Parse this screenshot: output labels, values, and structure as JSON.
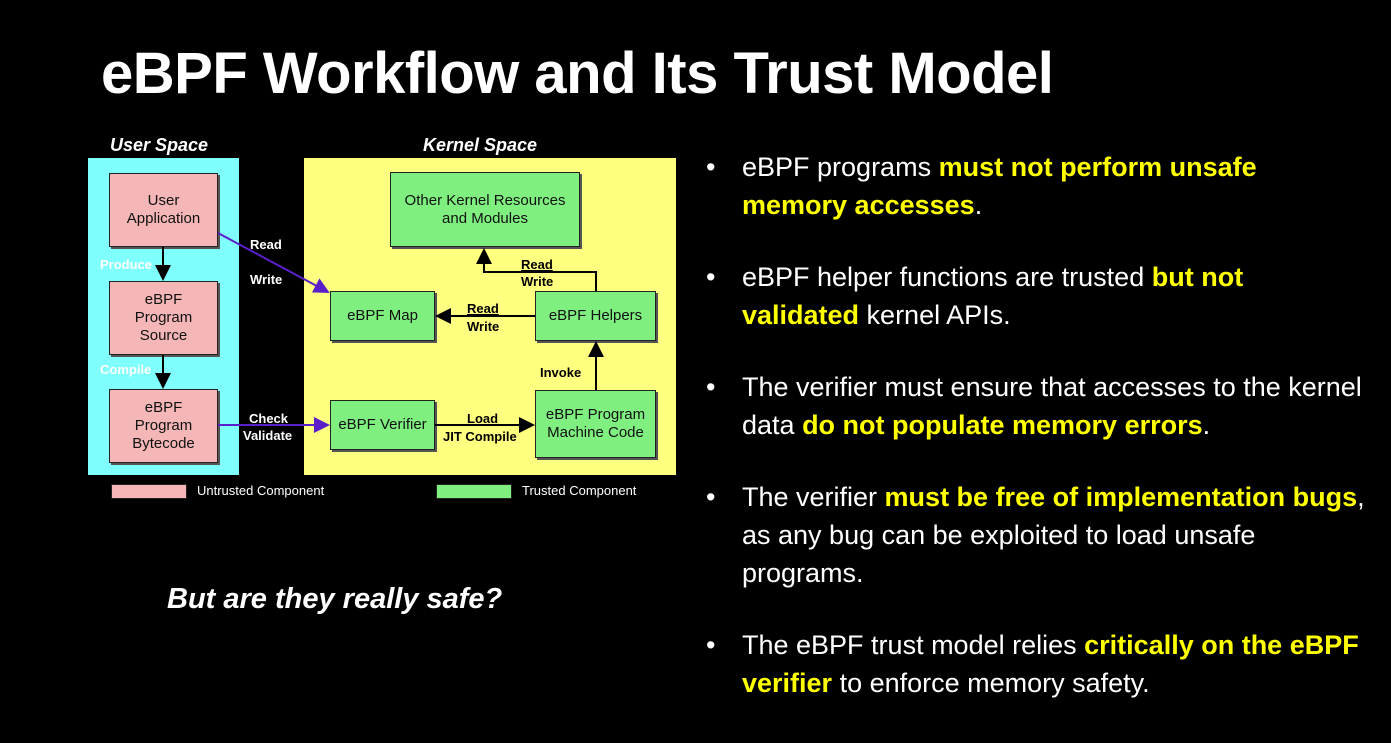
{
  "title": "eBPF Workflow and Its Trust Model",
  "diagram": {
    "user_space_label": "User Space",
    "kernel_space_label": "Kernel Space",
    "nodes": {
      "user_application": "User Application",
      "program_source": "eBPF Program Source",
      "program_bytecode": "eBPF Program Bytecode",
      "other_kernel": "Other Kernel Resources and Modules",
      "ebpf_map": "eBPF Map",
      "ebpf_helpers": "eBPF Helpers",
      "ebpf_verifier": "eBPF Verifier",
      "machine_code": "eBPF Program Machine Code"
    },
    "edge_labels": {
      "produce": "Produce",
      "compile": "Compile",
      "read_write_user_1": "Read",
      "read_write_user_2": "Write",
      "read_write_kernel_1": "Read",
      "read_write_kernel_2": "Write",
      "read_write_map_1": "Read",
      "read_write_map_2": "Write",
      "invoke": "Invoke",
      "check": "Check",
      "validate": "Validate",
      "load": "Load",
      "jit": "JIT Compile"
    },
    "legend": {
      "untrusted": "Untrusted Component",
      "trusted": "Trusted Component"
    },
    "colors": {
      "user_space": "#80ffff",
      "kernel_space": "#ffff80",
      "untrusted": "#f4b6b6",
      "trusted": "#7ff07f",
      "cross_arrow": "#5a1fc8"
    }
  },
  "question": "But are they really safe?",
  "bullets": [
    {
      "pre": "eBPF programs ",
      "hl": "must not perform unsafe memory accesses",
      "post": "."
    },
    {
      "pre": "eBPF helper functions are trusted ",
      "hl": "but not validated",
      "post": " kernel APIs."
    },
    {
      "pre": "The verifier must ensure that accesses to the kernel data ",
      "hl": "do not populate memory errors",
      "post": "."
    },
    {
      "pre": "The verifier ",
      "hl": "must be free of implementation bugs",
      "post": ", as any bug can be exploited to load unsafe programs."
    },
    {
      "pre": "The eBPF trust model relies ",
      "hl": "critically on the eBPF verifier",
      "post": " to enforce memory safety."
    }
  ]
}
